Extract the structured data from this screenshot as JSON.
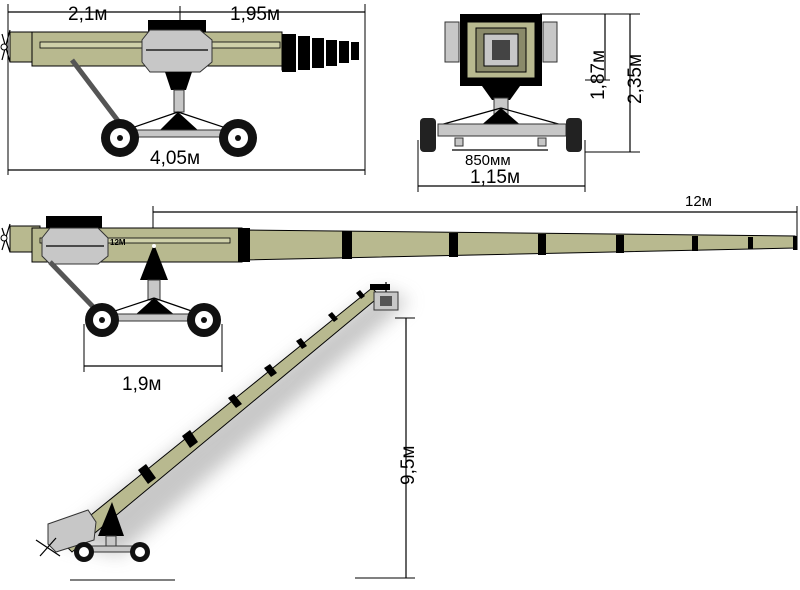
{
  "labels": {
    "side_top_left": "2,1м",
    "side_top_right": "1,95м",
    "side_total": "4,05м",
    "front_wheel_inner": "850мм",
    "front_width": "1,15м",
    "front_height_low": "1,87м",
    "front_height_high": "2,35м",
    "boom_length": "12м",
    "boom_badge": "12M",
    "base_width": "1,9м",
    "lift_height": "9,5м"
  },
  "colors": {
    "boom": "#b8b98f",
    "metal": "#c7c7c7",
    "black": "#000000",
    "glow": "#9a9a9a"
  }
}
